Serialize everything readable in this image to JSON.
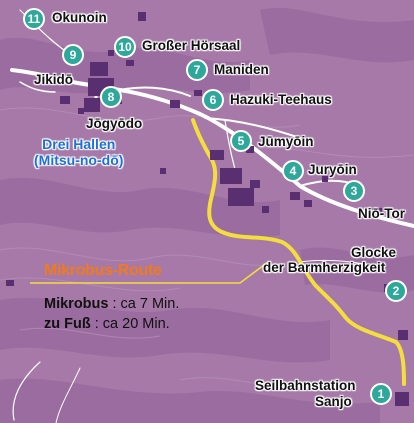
{
  "map": {
    "colors": {
      "background": "#a679a8",
      "terrain_dark": "#93639a",
      "road": "#ffffff",
      "route": "#f4de3e",
      "marker": "#2fa89c",
      "building": "#5a2f72"
    }
  },
  "places": [
    {
      "id": 11,
      "number": "11",
      "label": "Okunoin"
    },
    {
      "id": 10,
      "number": "10",
      "label": "Großer Hörsaal"
    },
    {
      "id": 9,
      "number": "9",
      "label": "Jikidō"
    },
    {
      "id": 8,
      "number": "8",
      "label": "Jōgyōdo"
    },
    {
      "id": 7,
      "number": "7",
      "label": "Maniden"
    },
    {
      "id": 6,
      "number": "6",
      "label": "Hazuki-Teehaus"
    },
    {
      "id": 5,
      "number": "5",
      "label": "Jūmyōin"
    },
    {
      "id": 4,
      "number": "4",
      "label": "Juryōin"
    },
    {
      "id": 3,
      "number": "3",
      "label": "Niō-Tor"
    },
    {
      "id": 2,
      "number": "2",
      "label_line1": "Glocke",
      "label_line2": "der Barmherzigkeit"
    },
    {
      "id": 1,
      "number": "1",
      "label_line1": "Seilbahnstation",
      "label_line2": "Sanjo"
    }
  ],
  "drei_hallen": {
    "line1": "Drei Hallen",
    "line2": "(Mitsu-no-dō)"
  },
  "legend": {
    "title": "Mikrobus-Route",
    "mikrobus_label": "Mikrobus",
    "mikrobus_value": ": ca 7 Min.",
    "fuss_label": "zu Fuß",
    "fuss_value": ": ca 20 Min."
  }
}
